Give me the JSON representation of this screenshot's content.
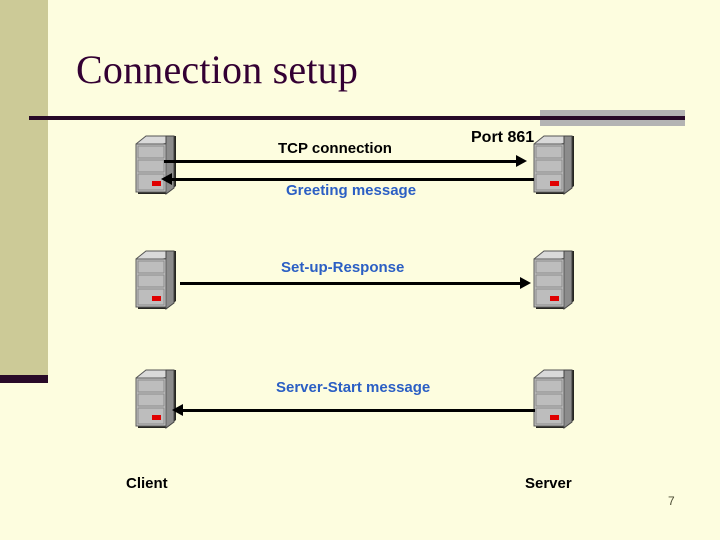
{
  "slide": {
    "title": "Connection setup",
    "page_number": "7",
    "background_color": "#fdfddf",
    "accent_color": "#330033",
    "sidebar_color": "#ccca97",
    "rule_accent_color": "#b3b3b3"
  },
  "diagram": {
    "left_endpoint_label": "Client",
    "right_endpoint_label": "Server",
    "port_label": "Port 861",
    "icon_name": "computer-tower-icon",
    "messages": [
      {
        "label": "TCP connection",
        "color": "#000000",
        "direction": "client-to-server",
        "from": "Client",
        "to": "Server"
      },
      {
        "label": "Greeting message",
        "color": "#2b5fc4",
        "direction": "server-to-client",
        "from": "Server",
        "to": "Client"
      },
      {
        "label": "Set-up-Response",
        "color": "#2b5fc4",
        "direction": "client-to-server",
        "from": "Client",
        "to": "Server"
      },
      {
        "label": "Server-Start message",
        "color": "#2b5fc4",
        "direction": "server-to-client",
        "from": "Server",
        "to": "Client"
      }
    ]
  }
}
